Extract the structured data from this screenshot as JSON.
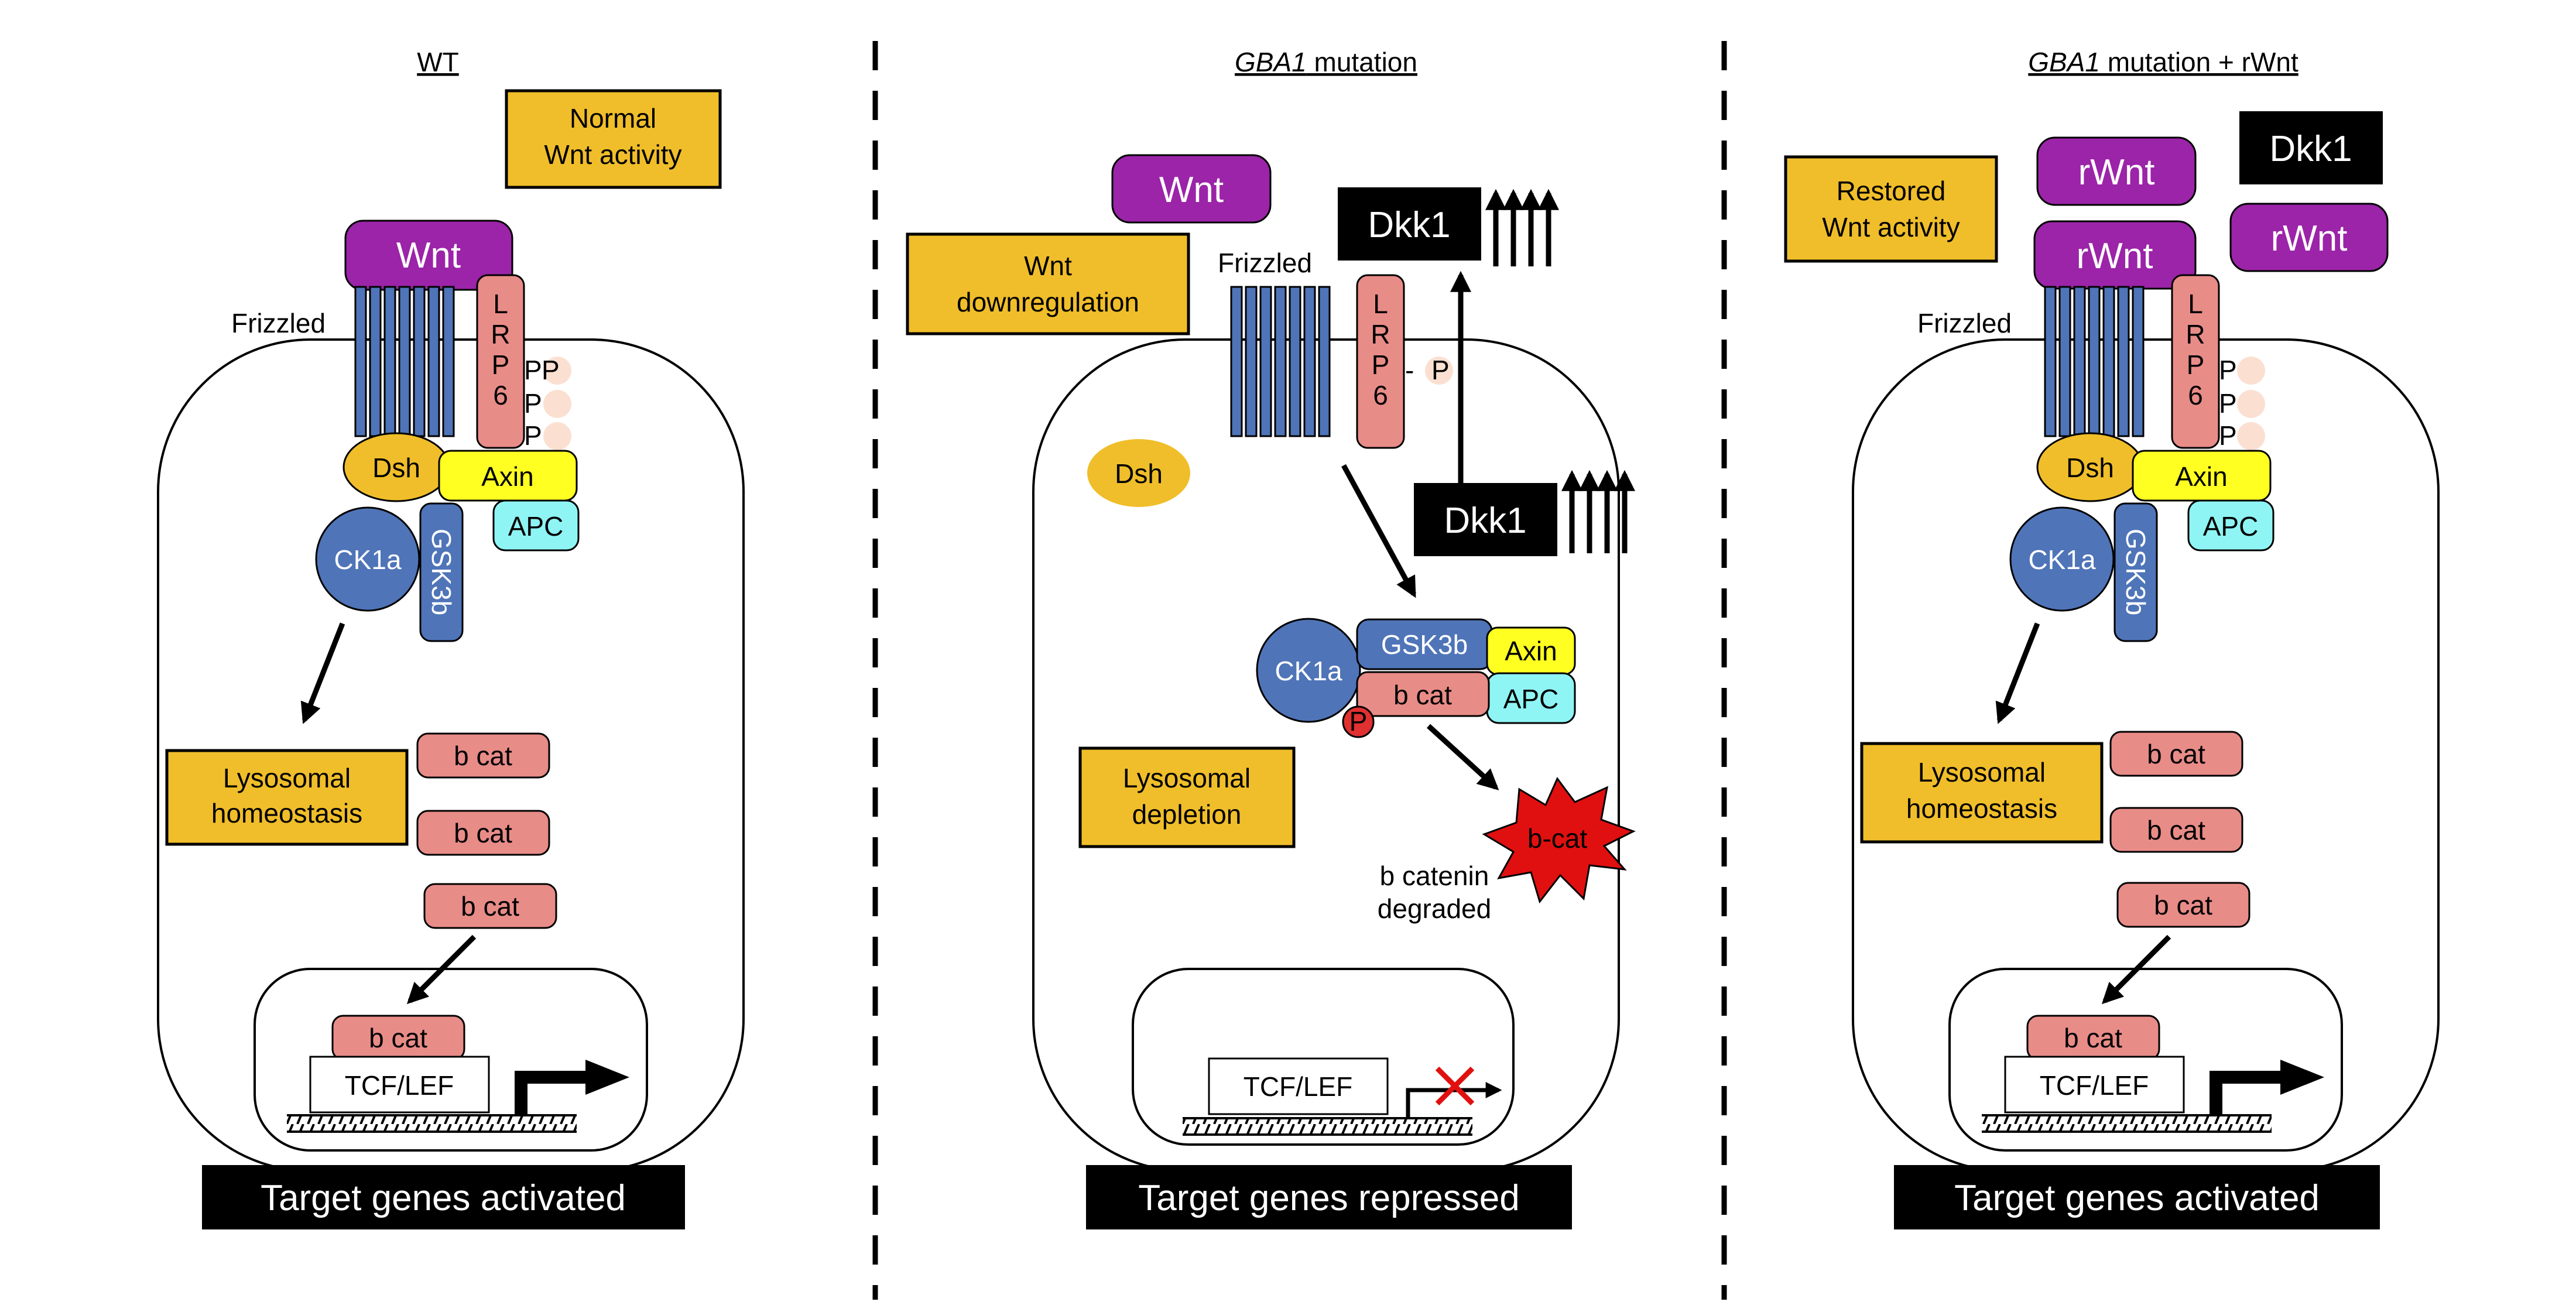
{
  "colors": {
    "yellow_box": "#f0be2a",
    "wnt": "#9b24a8",
    "lrp6_bcat": "#e88c88",
    "receptor_blue": "#4f74b8",
    "axin": "#ffff22",
    "apc": "#8ff4f4",
    "degraded_red": "#e01010",
    "phospho_red": "#e03030"
  },
  "panels": [
    {
      "title_plain": "WT",
      "status": "Normal\nWnt activity",
      "wnt": "Wnt",
      "frizzled": "Frizzled",
      "lrp6": "LRP6",
      "phospho": [
        "P",
        "P",
        "P"
      ],
      "dsh": "Dsh",
      "axin": "Axin",
      "apc": "APC",
      "ck1a": "CK1a",
      "gsk3b": "GSK3b",
      "lysosome": "Lysosomal\nhomeostasis",
      "bcat": [
        "b cat",
        "b cat",
        "b cat"
      ],
      "nuclear_bcat": "b cat",
      "tcf": "TCF/LEF",
      "outcome": "Target genes activated"
    },
    {
      "title_italic": "GBA1",
      "title_plain": " mutation",
      "status": "Wnt\ndownregulation",
      "wnt": "Wnt",
      "frizzled": "Frizzled",
      "lrp6": "LRP6",
      "phospho": [
        "P"
      ],
      "dkk1": [
        "Dkk1",
        "Dkk1"
      ],
      "dsh": "Dsh",
      "ck1a": "CK1a",
      "gsk3b": "GSK3b",
      "axin": "Axin",
      "apc": "APC",
      "bcat": "b cat",
      "phospho_bcat": "P",
      "degraded_label": "b-cat",
      "degraded_caption": "b catenin\ndegraded",
      "lysosome": "Lysosomal\ndepletion",
      "tcf": "TCF/LEF",
      "outcome": "Target genes repressed"
    },
    {
      "title_italic": "GBA1",
      "title_plain": " mutation + rWnt",
      "status": "Restored\nWnt activity",
      "rwnt": [
        "rWnt",
        "rWnt",
        "rWnt"
      ],
      "dkk1": "Dkk1",
      "frizzled": "Frizzled",
      "lrp6": "LRP6",
      "phospho": [
        "P",
        "P",
        "P"
      ],
      "dsh": "Dsh",
      "axin": "Axin",
      "apc": "APC",
      "ck1a": "CK1a",
      "gsk3b": "GSK3b",
      "lysosome": "Lysosomal\nhomeostasis",
      "bcat": [
        "b cat",
        "b cat",
        "b cat"
      ],
      "nuclear_bcat": "b cat",
      "tcf": "TCF/LEF",
      "outcome": "Target genes activated"
    }
  ]
}
